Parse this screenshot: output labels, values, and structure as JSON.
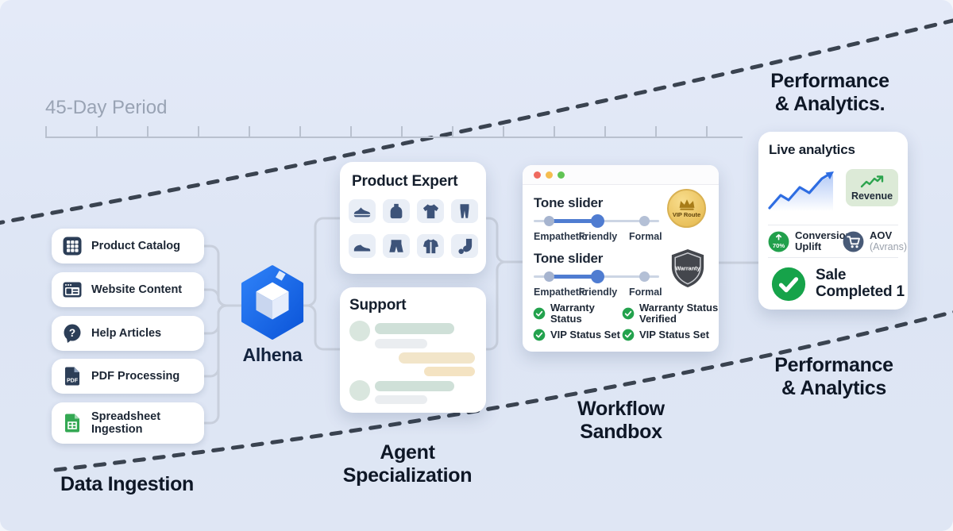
{
  "timeline": {
    "label": "45-Day Period"
  },
  "data_ingestion": {
    "section_label": "Data Ingestion",
    "items": [
      {
        "label": "Product Catalog",
        "icon": "grid-icon"
      },
      {
        "label": "Website Content",
        "icon": "browser-icon"
      },
      {
        "label": "Help Articles",
        "icon": "question-bubble-icon"
      },
      {
        "label": "PDF Processing",
        "icon": "pdf-file-icon"
      },
      {
        "label": "Spreadsheet Ingestion",
        "icon": "spreadsheet-icon"
      }
    ],
    "pdf_glyph": "PDF",
    "help_glyph": "?"
  },
  "hub": {
    "label": "Alhena"
  },
  "agent_specialization": {
    "section_label_line1": "Agent",
    "section_label_line2": "Specialization",
    "product_card": {
      "title": "Product Expert",
      "icons": [
        "sneaker-icon",
        "bottle-icon",
        "tshirt-icon",
        "pants-icon",
        "loafer-icon",
        "shorts-icon",
        "jacket-icon",
        "sock-icon"
      ]
    },
    "support_card": {
      "title": "Support"
    }
  },
  "workflow": {
    "section_label_line1": "Workflow",
    "section_label_line2": "Sandbox",
    "sliders": [
      {
        "label": "Tone slider",
        "options": [
          "Empathetic",
          "Friendly",
          "Formal"
        ],
        "selected": "Friendly"
      },
      {
        "label": "Tone slider",
        "options": [
          "Empathetic",
          "Friendly",
          "Formal"
        ],
        "selected": "Friendly"
      }
    ],
    "vip_badge_label": "VIP Route",
    "warranty_badge_label": "Warranty",
    "checks": [
      {
        "label": "Warranty Status"
      },
      {
        "label": "Warranty Status Verified"
      },
      {
        "label": "VIP Status Set"
      },
      {
        "label": "VIP Status Set"
      }
    ]
  },
  "performance": {
    "section_label_top_line1": "Performance",
    "section_label_top_line2": "& Analytics.",
    "section_label_bottom_line1": "Performance",
    "section_label_bottom_line2": "& Analytics",
    "card": {
      "title": "Live analytics",
      "revenue_badge": "Revenue",
      "conversion_value": "70%",
      "conversion_line1": "Conversion",
      "conversion_line2": "Uplift",
      "aov_label": "AOV",
      "aov_sub": "(Avrans)",
      "sale_line1": "Sale",
      "sale_line2": "Completed 1"
    }
  },
  "colors": {
    "background": "#dfe7f5",
    "accent_blue": "#1e6ef5",
    "success_green": "#23a24d",
    "gold": "#e9c264",
    "navy_icon": "#3d5379",
    "dashed_line": "#3a4350"
  }
}
